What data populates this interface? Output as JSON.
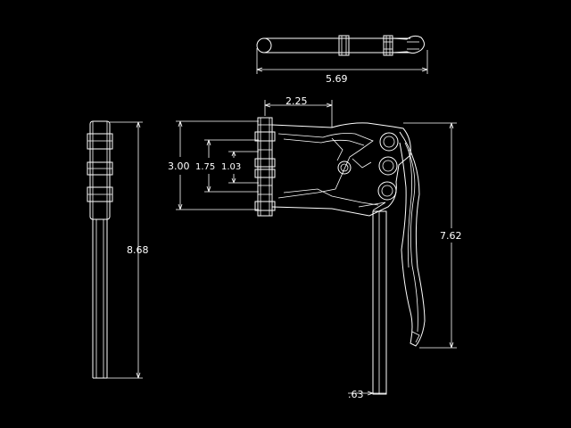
{
  "title": "",
  "colors": {
    "background": "#000000",
    "linework": "#ffffff"
  },
  "dimensions": {
    "top_length": "5.69",
    "handle_offset": "2.25",
    "bar_height": "3.00",
    "hole_outer": "1.75",
    "hole_inner": "1.03",
    "side_height": "8.68",
    "total_height": "7.62",
    "rod_width": ".63"
  }
}
